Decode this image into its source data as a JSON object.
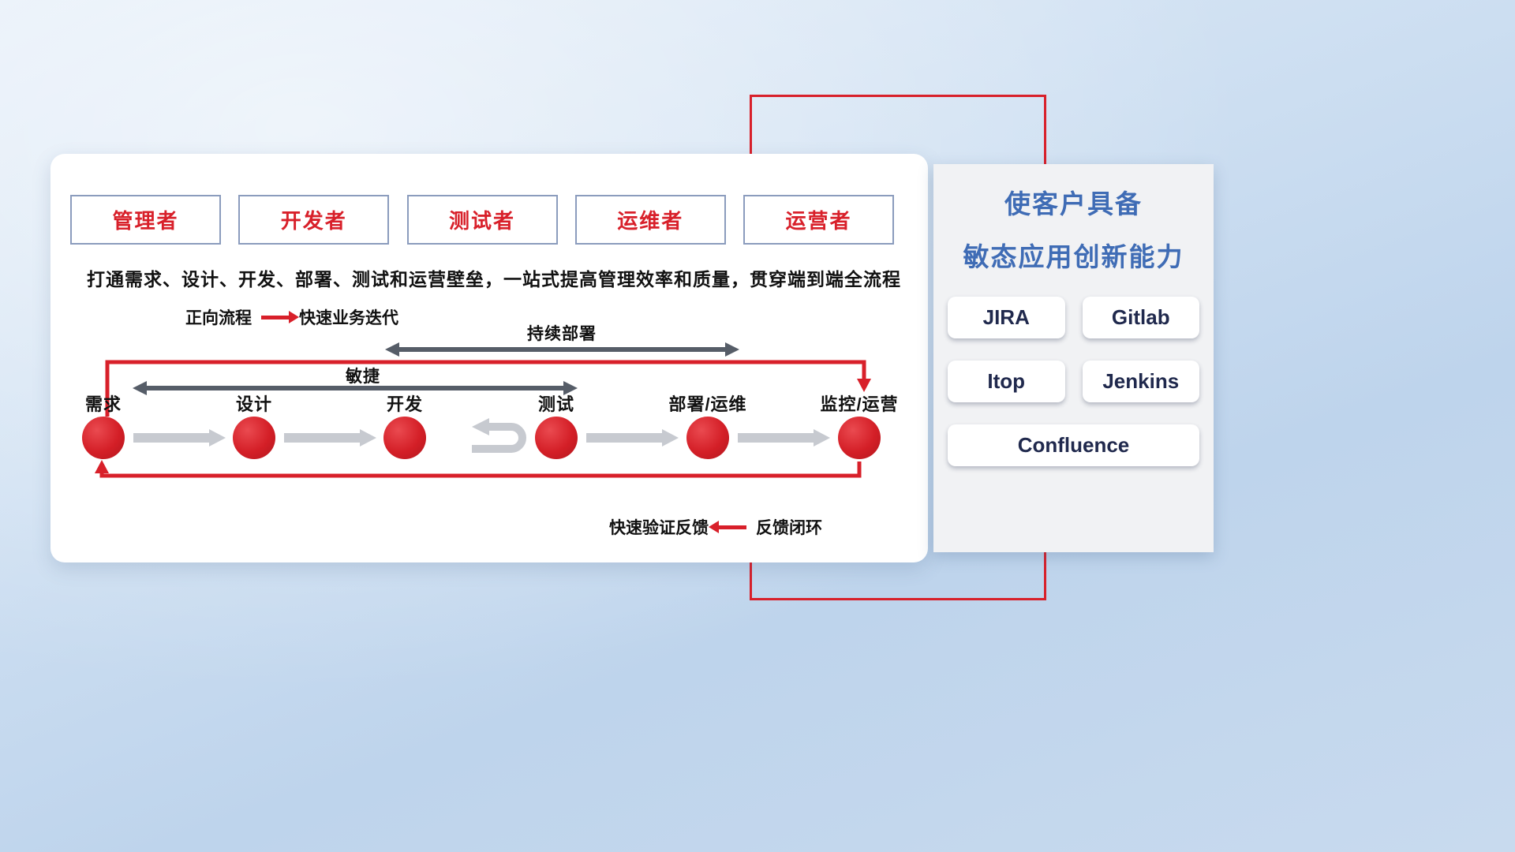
{
  "roles": {
    "items": [
      {
        "label": "管理者"
      },
      {
        "label": "开发者"
      },
      {
        "label": "测试者"
      },
      {
        "label": "运维者"
      },
      {
        "label": "运营者"
      }
    ]
  },
  "headline": "打通需求、设计、开发、部署、测试和运营壁垒，一站式提高管理效率和质量，贯穿端到端全流程",
  "legend_forward": {
    "label": "正向流程",
    "value": "快速业务迭代"
  },
  "legend_feedback": {
    "label": "快速验证反馈",
    "value": "反馈闭环"
  },
  "flow": {
    "continuous_deploy_label": "持续部署",
    "agile_label": "敏捷",
    "nodes": [
      {
        "label": "需求"
      },
      {
        "label": "设计"
      },
      {
        "label": "开发"
      },
      {
        "label": "测试"
      },
      {
        "label": "部署/运维"
      },
      {
        "label": "监控/运营"
      }
    ]
  },
  "panel": {
    "title_line1": "使客户具备",
    "title_line2": "敏态应用创新能力",
    "tools": [
      {
        "label": "JIRA"
      },
      {
        "label": "Gitlab"
      },
      {
        "label": "Itop"
      },
      {
        "label": "Jenkins"
      },
      {
        "label": "Confluence"
      }
    ]
  },
  "colors": {
    "accent_red": "#d8202a",
    "dark_arrow": "#565d68",
    "gray_arrow": "#c7cad0",
    "panel_title_blue": "#3f6cb5",
    "tool_text_navy": "#20294d",
    "role_border_blue": "#8b9cbd"
  }
}
